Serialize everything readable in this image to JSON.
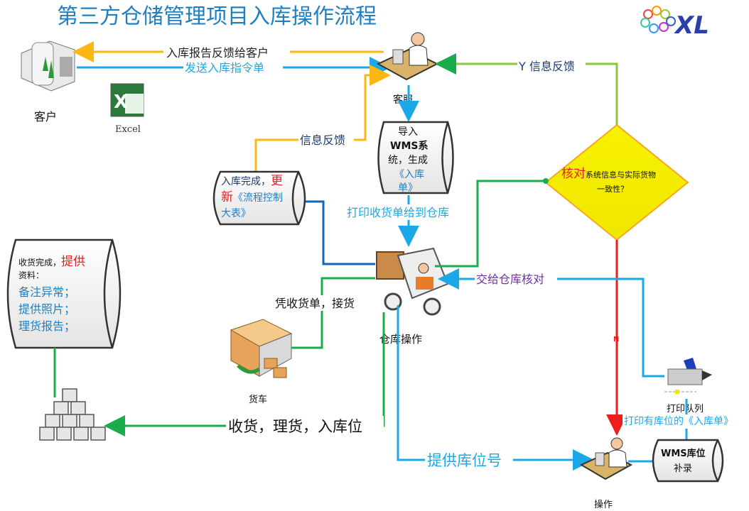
{
  "title": "第三方仓储管理项目入库操作流程",
  "logo": {
    "text": "XL"
  },
  "colors": {
    "title": "#1f7fc0",
    "orange": "#fbb812",
    "blue": "#1aa9e6",
    "dark_blue": "#1565b8",
    "green": "#1aab4a",
    "red": "#ee1c1c",
    "purple": "#7030a0",
    "diamond": "#f5ef00"
  },
  "nodes": {
    "client": {
      "label": "客户",
      "icon": "office-building-icon"
    },
    "excel": {
      "label": "Excel",
      "icon": "excel-icon"
    },
    "customer_service": {
      "label": "客服",
      "icon": "person-at-desk-icon"
    },
    "wms_import": {
      "lines": [
        "导入",
        "WMS系",
        "统，生成",
        "《入库",
        "单》"
      ]
    },
    "inbound_done": {
      "line1_a": "入库完成，",
      "line1_b": "更",
      "line2_a": "新",
      "line2_b": "《流程控制",
      "line3": "大表》"
    },
    "warehouse": {
      "label": "仓库操作",
      "icon": "forklift-icon"
    },
    "check": {
      "highlight": "核对",
      "line1": "系统信息与实际货物",
      "line2": "一致性？"
    },
    "truck": {
      "label": "货车",
      "icon": "truck-icon"
    },
    "receipt_done": {
      "line1_a": "收货完成，",
      "line1_b": "提供",
      "line2": "资料：",
      "items": [
        "备注异常；",
        "提供照片；",
        "理货报告；"
      ]
    },
    "stock": {
      "icon": "boxes-icon"
    },
    "operator": {
      "label": "操作",
      "icon": "person-at-desk-icon"
    },
    "printer": {
      "label": "打印队列",
      "icon": "printer-icon"
    },
    "wms_location": {
      "lines": [
        "WMS库位",
        "补录"
      ]
    }
  },
  "edges": {
    "report_to_client": "入库报告反馈给客户",
    "send_instruction": "发送入库指令单",
    "info_feedback": "信息反馈",
    "print_receipt": "打印收货单给到仓库",
    "y_feedback": "Y 信息反馈",
    "handover_check": "交给仓库核对",
    "receive_goods": "凭收货单，接货",
    "n_label": "N",
    "receive_sort_putaway": "收货，理货，入库位",
    "provide_location": "提供库位号",
    "print_located_order": "打印有库位的《入库单》"
  }
}
